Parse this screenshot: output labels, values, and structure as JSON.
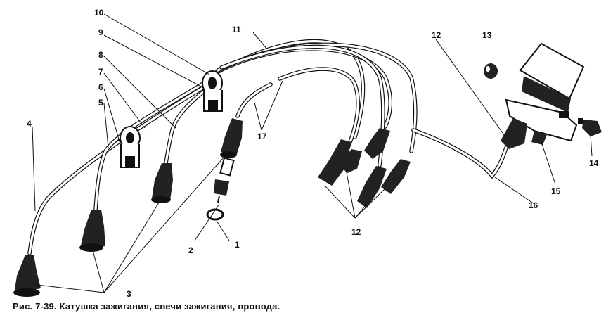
{
  "caption": "Рис. 7-39. Катушка зажигания, свечи зажигания, провода.",
  "labels": {
    "l1": "1",
    "l2": "2",
    "l3": "3",
    "l4": "4",
    "l5": "5",
    "l6": "6",
    "l7": "7",
    "l8": "8",
    "l9": "9",
    "l10": "10",
    "l11": "11",
    "l12a": "12",
    "l12b": "12",
    "l13": "13",
    "l14": "14",
    "l15": "15",
    "l16": "16",
    "l17": "17"
  }
}
